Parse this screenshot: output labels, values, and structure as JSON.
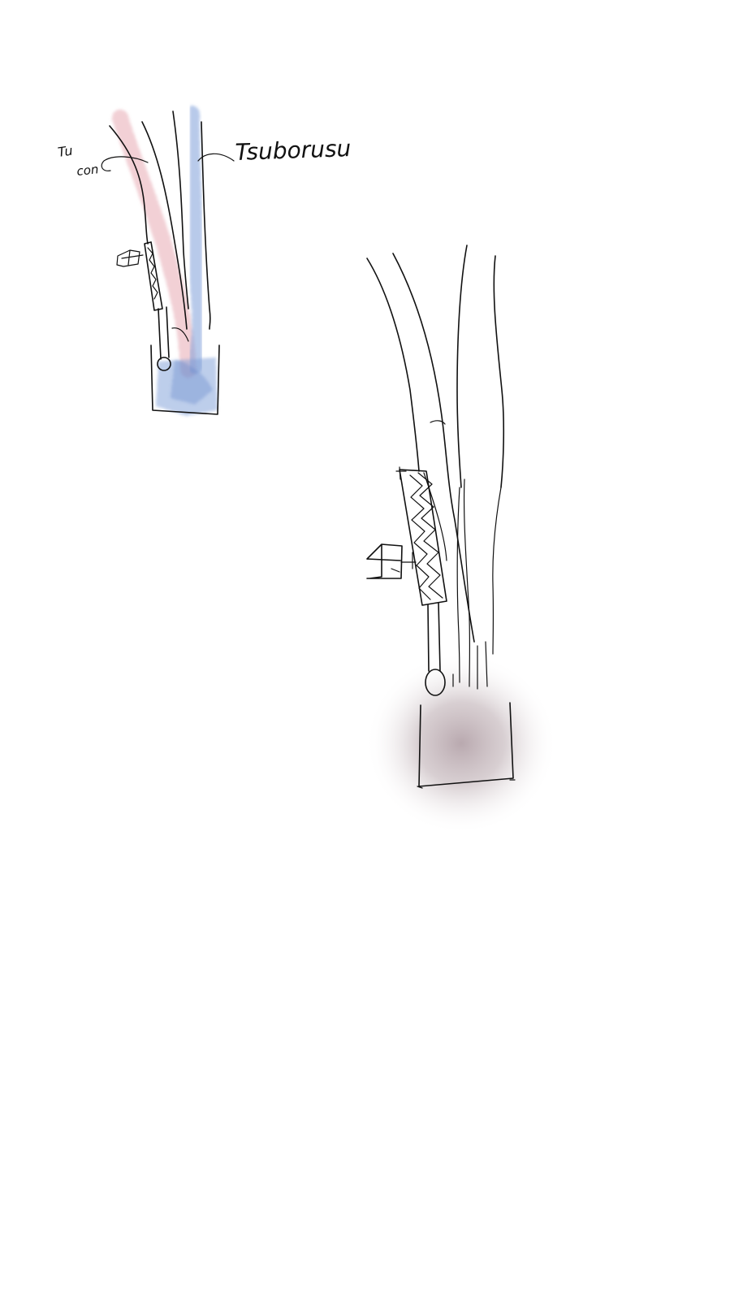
{
  "labels": {
    "left_label_line1": "Tu",
    "left_label_line2": "con",
    "right_label": "Tsuborusu"
  },
  "colors": {
    "ink": "#111111",
    "red_wash": "#e8a8b0",
    "blue_wash": "#7f9fd8",
    "shadow": "#b8a8ae",
    "background": "#ffffff"
  }
}
